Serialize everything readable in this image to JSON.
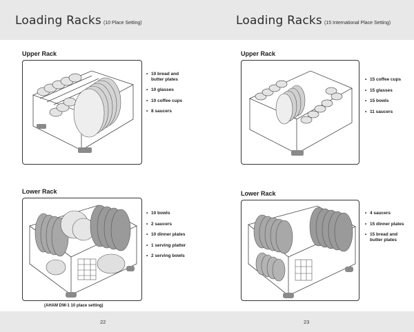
{
  "left": {
    "title": "Loading Racks",
    "subtitle": "(10 Place Setting)",
    "upper_label": "Upper Rack",
    "upper_items": [
      "10 bread and butter plates",
      "10 glasses",
      "10 coffee cups",
      "8 saucers"
    ],
    "lower_label": "Lower Rack",
    "lower_items": [
      "10 bowls",
      "2 saucers",
      "10 dinner plates",
      "1 serving platter",
      "2 serving bowls"
    ],
    "caption": "(AHAM DW-1 10 place setting)",
    "page_number": "22"
  },
  "right": {
    "title": "Loading Racks",
    "subtitle": "(15 International Place Setting)",
    "upper_label": "Upper Rack",
    "upper_items": [
      "15 coffee cups",
      "15 glasses",
      "15 bowls",
      "11 saucers"
    ],
    "lower_label": "Lower Rack",
    "lower_items": [
      "4 saucers",
      "15 dinner plates",
      "15 bread and butter plates"
    ],
    "page_number": "23"
  },
  "icons": [
    "upper-rack-illustration-icon",
    "lower-rack-illustration-icon"
  ],
  "colors": {
    "band": "#e8e8e8",
    "line": "#333333",
    "plate": "#b8b8b8",
    "plate_dark": "#8a8a8a"
  }
}
